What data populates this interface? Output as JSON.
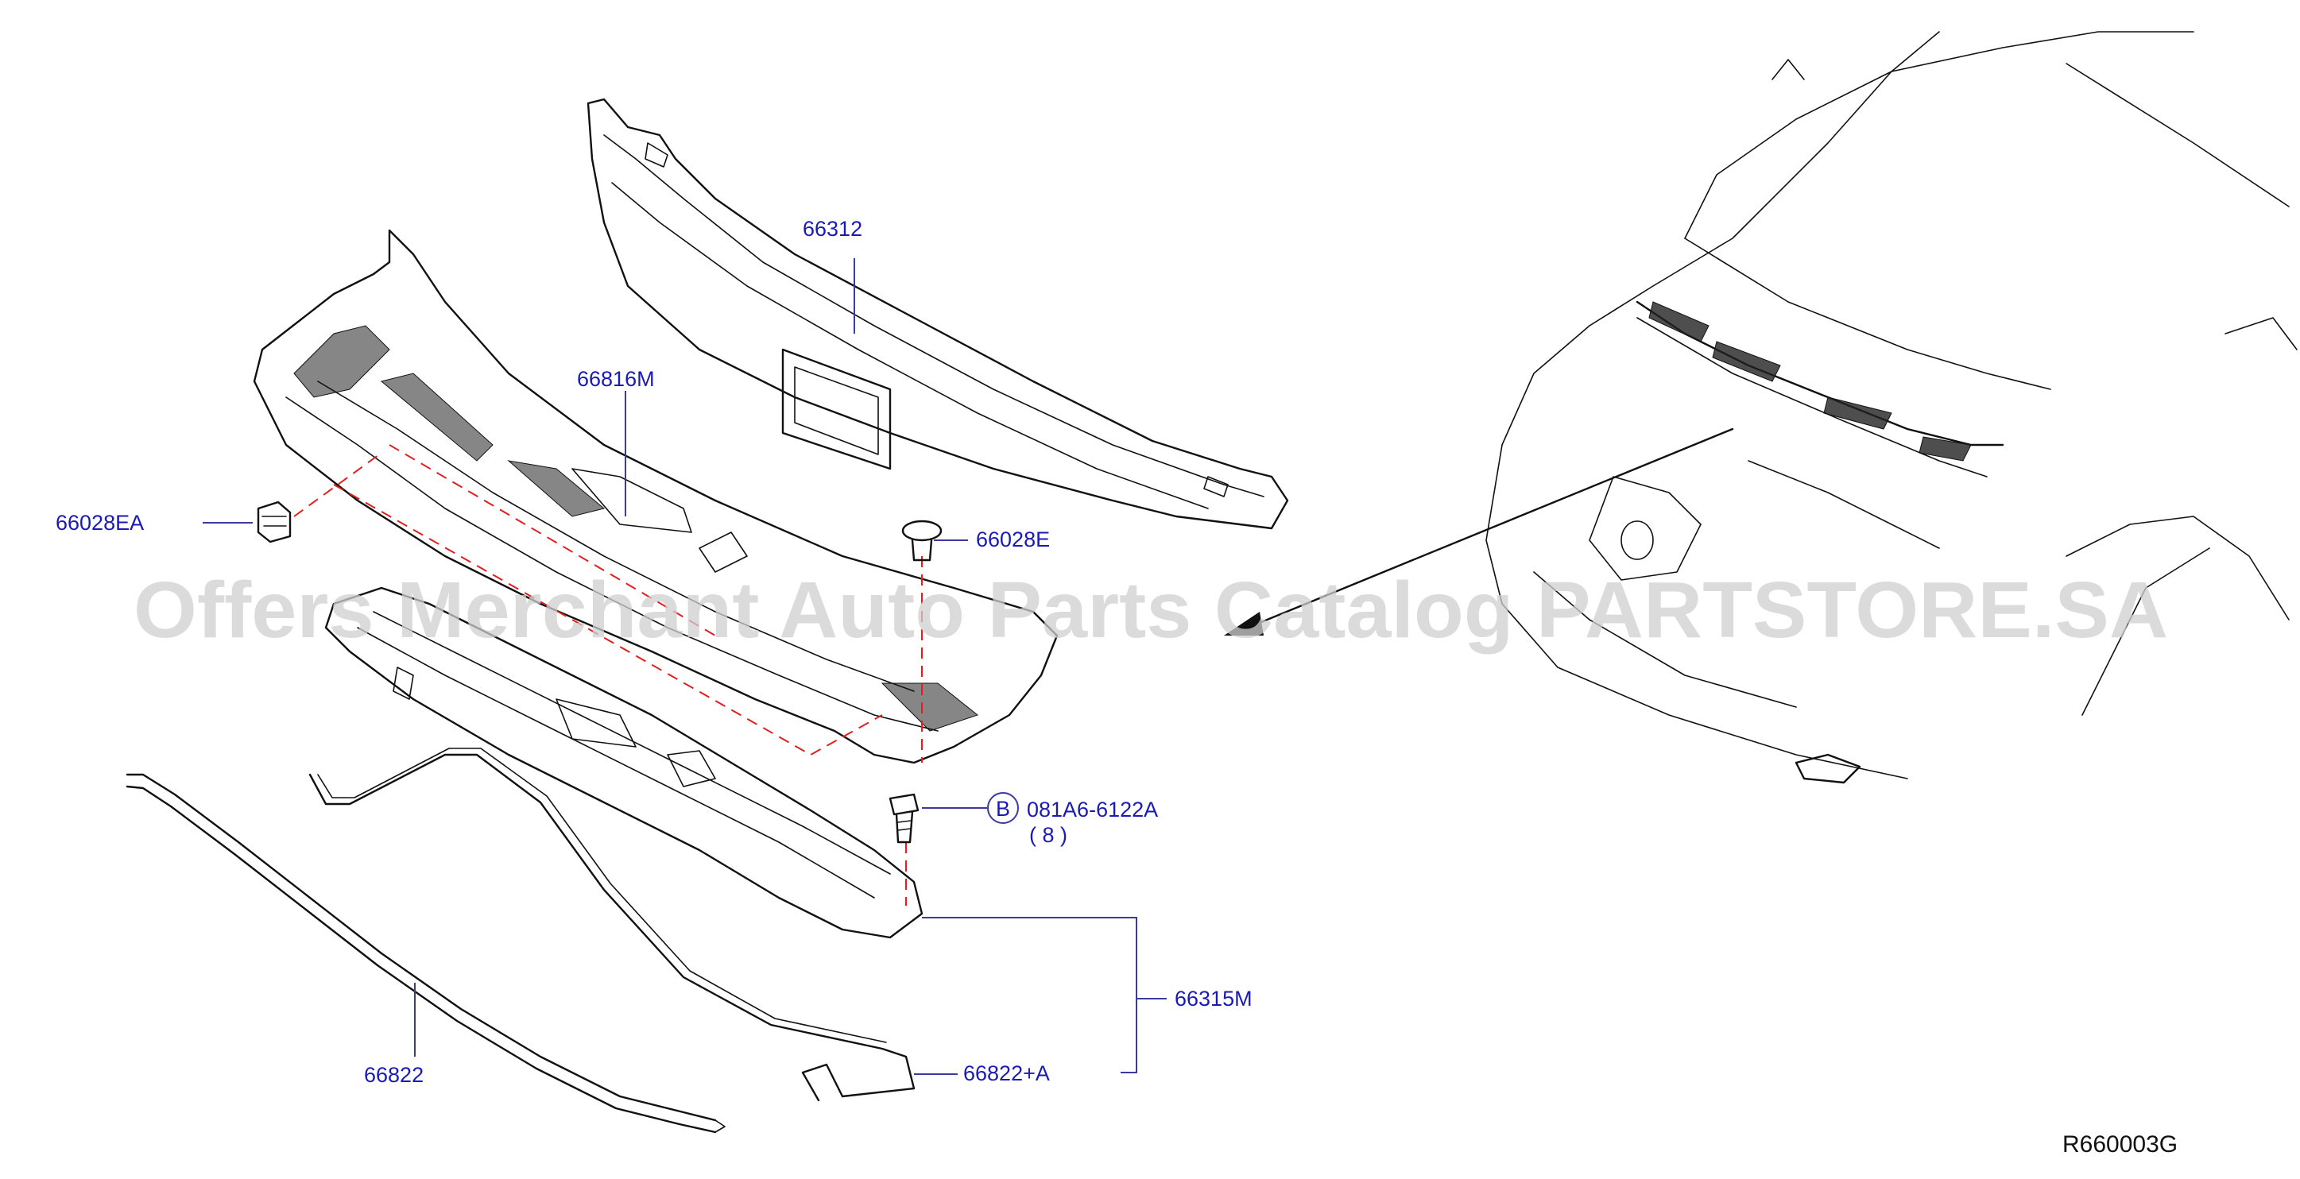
{
  "watermark": "Offers Merchant Auto Parts Catalog PARTSTORE.SA",
  "diagram_code": "R660003G",
  "parts": [
    {
      "id": "p66312",
      "label": "66312"
    },
    {
      "id": "p66816M",
      "label": "66816M"
    },
    {
      "id": "p66028EA",
      "label": "66028EA"
    },
    {
      "id": "p66028E",
      "label": "66028E"
    },
    {
      "id": "p081A6",
      "label": "081A6-6122A"
    },
    {
      "id": "p66315M",
      "label": "66315M"
    },
    {
      "id": "p66822",
      "label": "66822"
    },
    {
      "id": "p66822A",
      "label": "66822+A"
    }
  ],
  "bolt": {
    "circle_letter": "B",
    "quantity": "( 8 )"
  }
}
